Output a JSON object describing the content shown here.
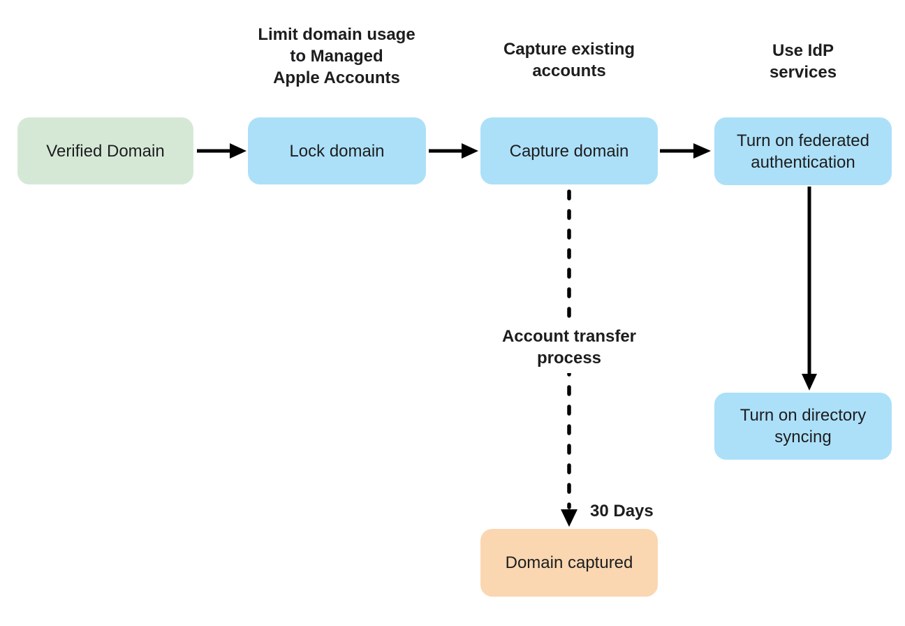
{
  "diagram": {
    "title_implied": "Federated authentication domain capture flow",
    "colors": {
      "background": "#ffffff",
      "green": "#d5e8d6",
      "blue": "#ace0f8",
      "orange": "#fad7b1",
      "arrow": "#000000",
      "text": "#1d1d1f"
    },
    "nodes": [
      {
        "id": "verified-domain",
        "label": "Verified Domain",
        "fill": "green"
      },
      {
        "id": "lock-domain",
        "label": "Lock domain",
        "fill": "blue"
      },
      {
        "id": "capture-domain",
        "label": "Capture domain",
        "fill": "blue"
      },
      {
        "id": "federated-auth",
        "label": "Turn on federated\nauthentication",
        "fill": "blue"
      },
      {
        "id": "directory-syncing",
        "label": "Turn on directory\nsyncing",
        "fill": "blue"
      },
      {
        "id": "domain-captured",
        "label": "Domain captured",
        "fill": "orange"
      }
    ],
    "annotations": [
      {
        "id": "limit-domain-usage",
        "text": "Limit domain usage\nto Managed\nApple Accounts"
      },
      {
        "id": "capture-existing",
        "text": "Capture existing\naccounts"
      },
      {
        "id": "use-idp-services",
        "text": "Use IdP\nservices"
      },
      {
        "id": "account-transfer",
        "text": "Account transfer\nprocess"
      },
      {
        "id": "thirty-days",
        "text": "30 Days"
      }
    ],
    "edges": [
      {
        "from": "verified-domain",
        "to": "lock-domain",
        "style": "solid"
      },
      {
        "from": "lock-domain",
        "to": "capture-domain",
        "style": "solid"
      },
      {
        "from": "capture-domain",
        "to": "federated-auth",
        "style": "solid"
      },
      {
        "from": "federated-auth",
        "to": "directory-syncing",
        "style": "solid"
      },
      {
        "from": "capture-domain",
        "to": "domain-captured",
        "style": "dashed"
      }
    ]
  }
}
